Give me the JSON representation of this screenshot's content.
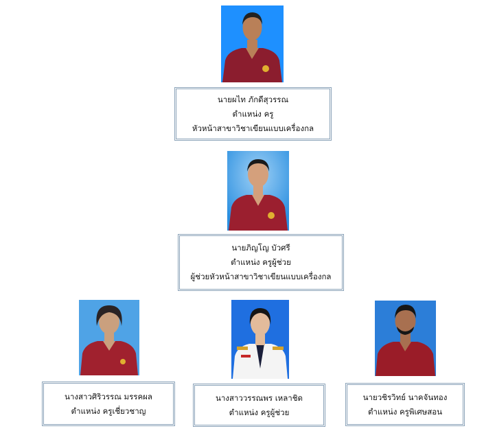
{
  "members": [
    {
      "name": "นายผไท ภักดีสุวรรณ",
      "position": "ตำแหน่ง ครู",
      "role": "หัวหน้าสาขาวิชาเขียนแบบเครื่องกล",
      "photo": {
        "background": "#1e90ff",
        "shirt": "#8b1d2e",
        "skin": "#b98058",
        "hair": "#222222"
      }
    },
    {
      "name": "นายภิญโญ บัวศรี",
      "position": "ตำแหน่ง ครูผู้ช่วย",
      "role": "ผู้ช่วยหัวหน้าสาขาวิชาเขียนแบบเครื่องกล",
      "photo": {
        "background": "#2a8fe0",
        "shirt": "#9b1f2f",
        "skin": "#d4a07c",
        "hair": "#1a1a1a"
      }
    },
    {
      "name": "นางสาวศิริวรรณ มรรคผล",
      "position": "ตำแหน่ง ครูเชี่ยวชาญ",
      "photo": {
        "background": "#4fa3e6",
        "shirt": "#a0212e",
        "skin": "#caa07e",
        "hair": "#2a2324"
      }
    },
    {
      "name": "นางสาววรรณพร เหลาชิด",
      "position": "ตำแหน่ง ครูผู้ช่วย",
      "photo": {
        "background": "#1f6fe0",
        "shirt": "#f4f4f4",
        "skin": "#e2bb9b",
        "hair": "#151515"
      }
    },
    {
      "name": "นายวชิรวิทย์ นาคจันทอง",
      "position": "ตำแหน่ง ครูพิเศษสอน",
      "photo": {
        "background": "#2c7ed8",
        "shirt": "#9a1c28",
        "skin": "#a87050",
        "hair": "#161616"
      }
    }
  ],
  "colors": {
    "card_border": "#8aa2b8"
  }
}
